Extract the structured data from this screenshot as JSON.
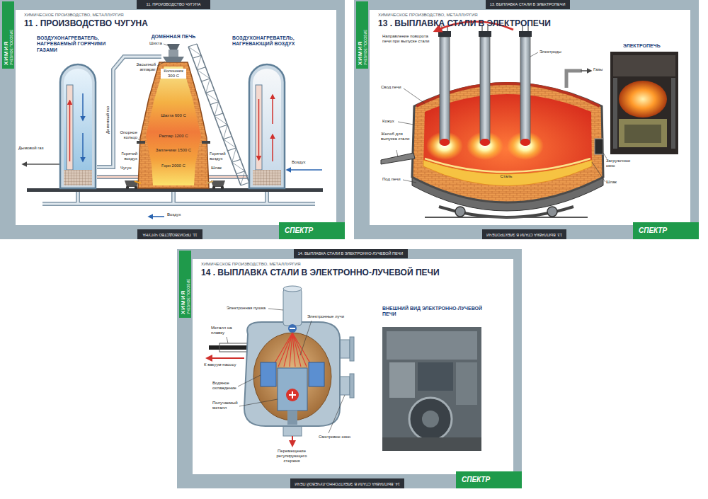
{
  "diagram": {
    "nodes": [
      {
        "text": [
          "ХИМИЧЕСКОЕ ПРОИЗВОДСТВО, МЕТАЛЛУРГИЯ",
          "11 . ПРОИЗВОДСТВО ЧУГУНА"
        ]
      },
      {
        "text": [
          "11. ПРОИЗВОДСТВО ЧУГУНА"
        ],
        "in": 0
      },
      {
        "text": [
          "ХИМИЯ",
          "УЧЕБНОЕ ПОСОБИЕ"
        ],
        "in": 0
      },
      {
        "text": [
          "11. ПРОИЗВОДСТВО ЧУГУНА"
        ],
        "in": 0
      },
      {
        "text": [
          "СПЕКТР"
        ],
        "in": 0
      },
      {
        "text": [
          "ХИМИЧЕСКОЕ ПРОИЗВОДСТВО, МЕТАЛЛУРГИЯ",
          "13 . ВЫПЛАВКА СТАЛИ В ЭЛЕКТРОПЕЧИ"
        ]
      },
      {
        "text": [
          "13. ВЫПЛАВКА СТАЛИ В ЭЛЕКТРОПЕЧИ"
        ],
        "in": 5
      },
      {
        "text": [
          "ХИМИЯ",
          "УЧЕБНОЕ ПОСОБИЕ"
        ],
        "in": 5
      },
      {
        "text": [
          "13. ВЫПЛАВКА СТАЛИ В ЭЛЕКТРОПЕЧИ"
        ],
        "in": 5
      },
      {
        "text": [
          "СПЕКТР"
        ],
        "in": 5
      },
      {
        "text": [
          "ХИМИЧЕСКОЕ ПРОИЗВОДСТВО, МЕТАЛЛУРГИЯ",
          "14 . ВЫПЛАВКА СТАЛИ В ЭЛЕКТРОННО-ЛУЧЕВОЙ ПЕЧИ"
        ]
      },
      {
        "text": [
          "14. ВЫПЛАВКА СТАЛИ В ЭЛЕКТРОННО-ЛУЧЕВОЙ ПЕЧИ"
        ],
        "in": 10
      },
      {
        "text": [
          "ХИМИЯ",
          "УЧЕБНОЕ ПОСОБИЕ"
        ],
        "in": 10
      },
      {
        "text": [
          "14. ВЫПЛАВКА СТАЛИ В ЭЛЕКТРОННО-ЛУЧЕВОЙ ПЕЧИ"
        ],
        "in": 10
      },
      {
        "text": [
          "СПЕКТР"
        ],
        "in": 10
      }
    ],
    "labels": [
      "ВОЗДУХОНАГРЕВАТЕЛЬ, НАГРЕВАЕМЫЙ ГОРЯЧИМИ ГАЗАМИ",
      "ДОМЕННАЯ ПЕЧЬ",
      "ВОЗДУХОНАГРЕВАТЕЛЬ, НАГРЕВАЮЩИЙ ВОЗДУХ",
      "Шихта",
      "Засыпной аппарат",
      "Колошник 300 С",
      "Шахта 600 С",
      "Распар 1200 С",
      "Заплечики 1500 С",
      "Горн 2000 С",
      "Доменный газ",
      "Опорное кольцо",
      "Горячий воздух",
      "Горячий воздух",
      "Чугун",
      "Шлак",
      "Дымовой газ",
      "Воздух",
      "Воздух",
      "Направление поворота печи при выпуске стали",
      "Электроды",
      "Газы",
      "ЭЛЕКТРОПЕЧЬ",
      "Свод печи",
      "Кожух",
      "Желоб для выпуска стали",
      "Сталь",
      "Под печи",
      "Загрузочное окно",
      "Шлак",
      "Электронная пушка",
      "Электронные лучи",
      "Металл на плавку",
      "К вакуум-насосу",
      "Водяное охлаждение",
      "Получаемый металл",
      "Смотровое окно",
      "Перемещение регулирующего стержня",
      "ВНЕШНИЙ ВИД ЭЛЕКТРОННО-ЛУЧЕВОЙ ПЕЧИ"
    ]
  }
}
